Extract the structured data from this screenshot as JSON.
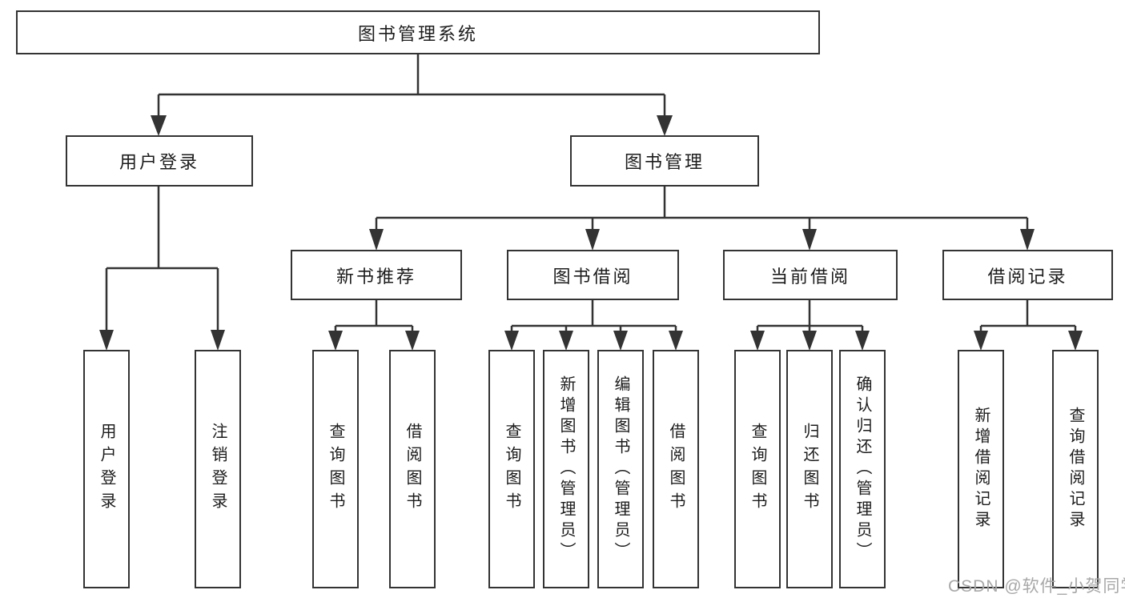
{
  "diagram": {
    "tree": {
      "label": "图书管理系统",
      "children": [
        {
          "label": "用户登录",
          "children": [
            {
              "label": "用户登录"
            },
            {
              "label": "注销登录"
            }
          ]
        },
        {
          "label": "图书管理",
          "children": [
            {
              "label": "新书推荐",
              "children": [
                {
                  "label": "查询图书"
                },
                {
                  "label": "借阅图书"
                }
              ]
            },
            {
              "label": "图书借阅",
              "children": [
                {
                  "label": "查询图书"
                },
                {
                  "label": "新增图书（管理员）"
                },
                {
                  "label": "编辑图书（管理员）"
                },
                {
                  "label": "借阅图书"
                }
              ]
            },
            {
              "label": "当前借阅",
              "children": [
                {
                  "label": "查询图书"
                },
                {
                  "label": "归还图书"
                },
                {
                  "label": "确认归还（管理员）"
                }
              ]
            },
            {
              "label": "借阅记录",
              "children": [
                {
                  "label": "新增借阅记录"
                },
                {
                  "label": "查询借阅记录"
                }
              ]
            }
          ]
        }
      ]
    },
    "colors": {
      "line": "#333333",
      "box_border": "#333333",
      "text": "#1c1c1c",
      "watermark": "#a8a8a8",
      "background": "#ffffff"
    }
  },
  "watermark": {
    "text": "CSDN @软件_小贺同学"
  }
}
